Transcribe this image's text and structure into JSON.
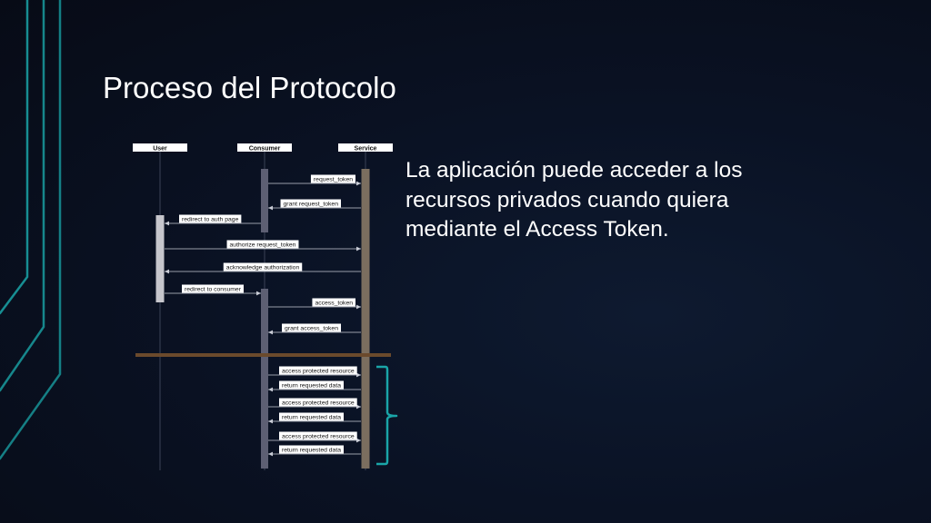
{
  "slide": {
    "title": "Proceso del Protocolo",
    "description": "La aplicación puede acceder a los recursos privados cuando quiera mediante el Access Token."
  },
  "diagram": {
    "participants": [
      "User",
      "Consumer",
      "Service"
    ],
    "messages": [
      {
        "label": "request_token",
        "from": "Consumer",
        "to": "Service"
      },
      {
        "label": "grant request_token",
        "from": "Service",
        "to": "Consumer"
      },
      {
        "label": "redirect to auth page",
        "from": "Consumer",
        "to": "User"
      },
      {
        "label": "authorize request_token",
        "from": "User",
        "to": "Service"
      },
      {
        "label": "acknowledge authorization",
        "from": "Service",
        "to": "User"
      },
      {
        "label": "redirect to consumer",
        "from": "User",
        "to": "Consumer"
      },
      {
        "label": "access_token",
        "from": "Consumer",
        "to": "Service"
      },
      {
        "label": "grant access_token",
        "from": "Service",
        "to": "Consumer"
      },
      {
        "label": "access protected resource",
        "from": "Consumer",
        "to": "Service"
      },
      {
        "label": "return requested data",
        "from": "Service",
        "to": "Consumer"
      },
      {
        "label": "access protected resource",
        "from": "Consumer",
        "to": "Service"
      },
      {
        "label": "return requested data",
        "from": "Service",
        "to": "Consumer"
      },
      {
        "label": "access protected resource",
        "from": "Consumer",
        "to": "Service"
      },
      {
        "label": "return requested data",
        "from": "Service",
        "to": "Consumer"
      }
    ]
  },
  "colors": {
    "accent": "#1aa5a8",
    "separator": "#6b4a2c",
    "service_bar": "#7b6e5f",
    "consumer_bar": "#5d5f73",
    "user_bar": "#c6c6cc"
  }
}
